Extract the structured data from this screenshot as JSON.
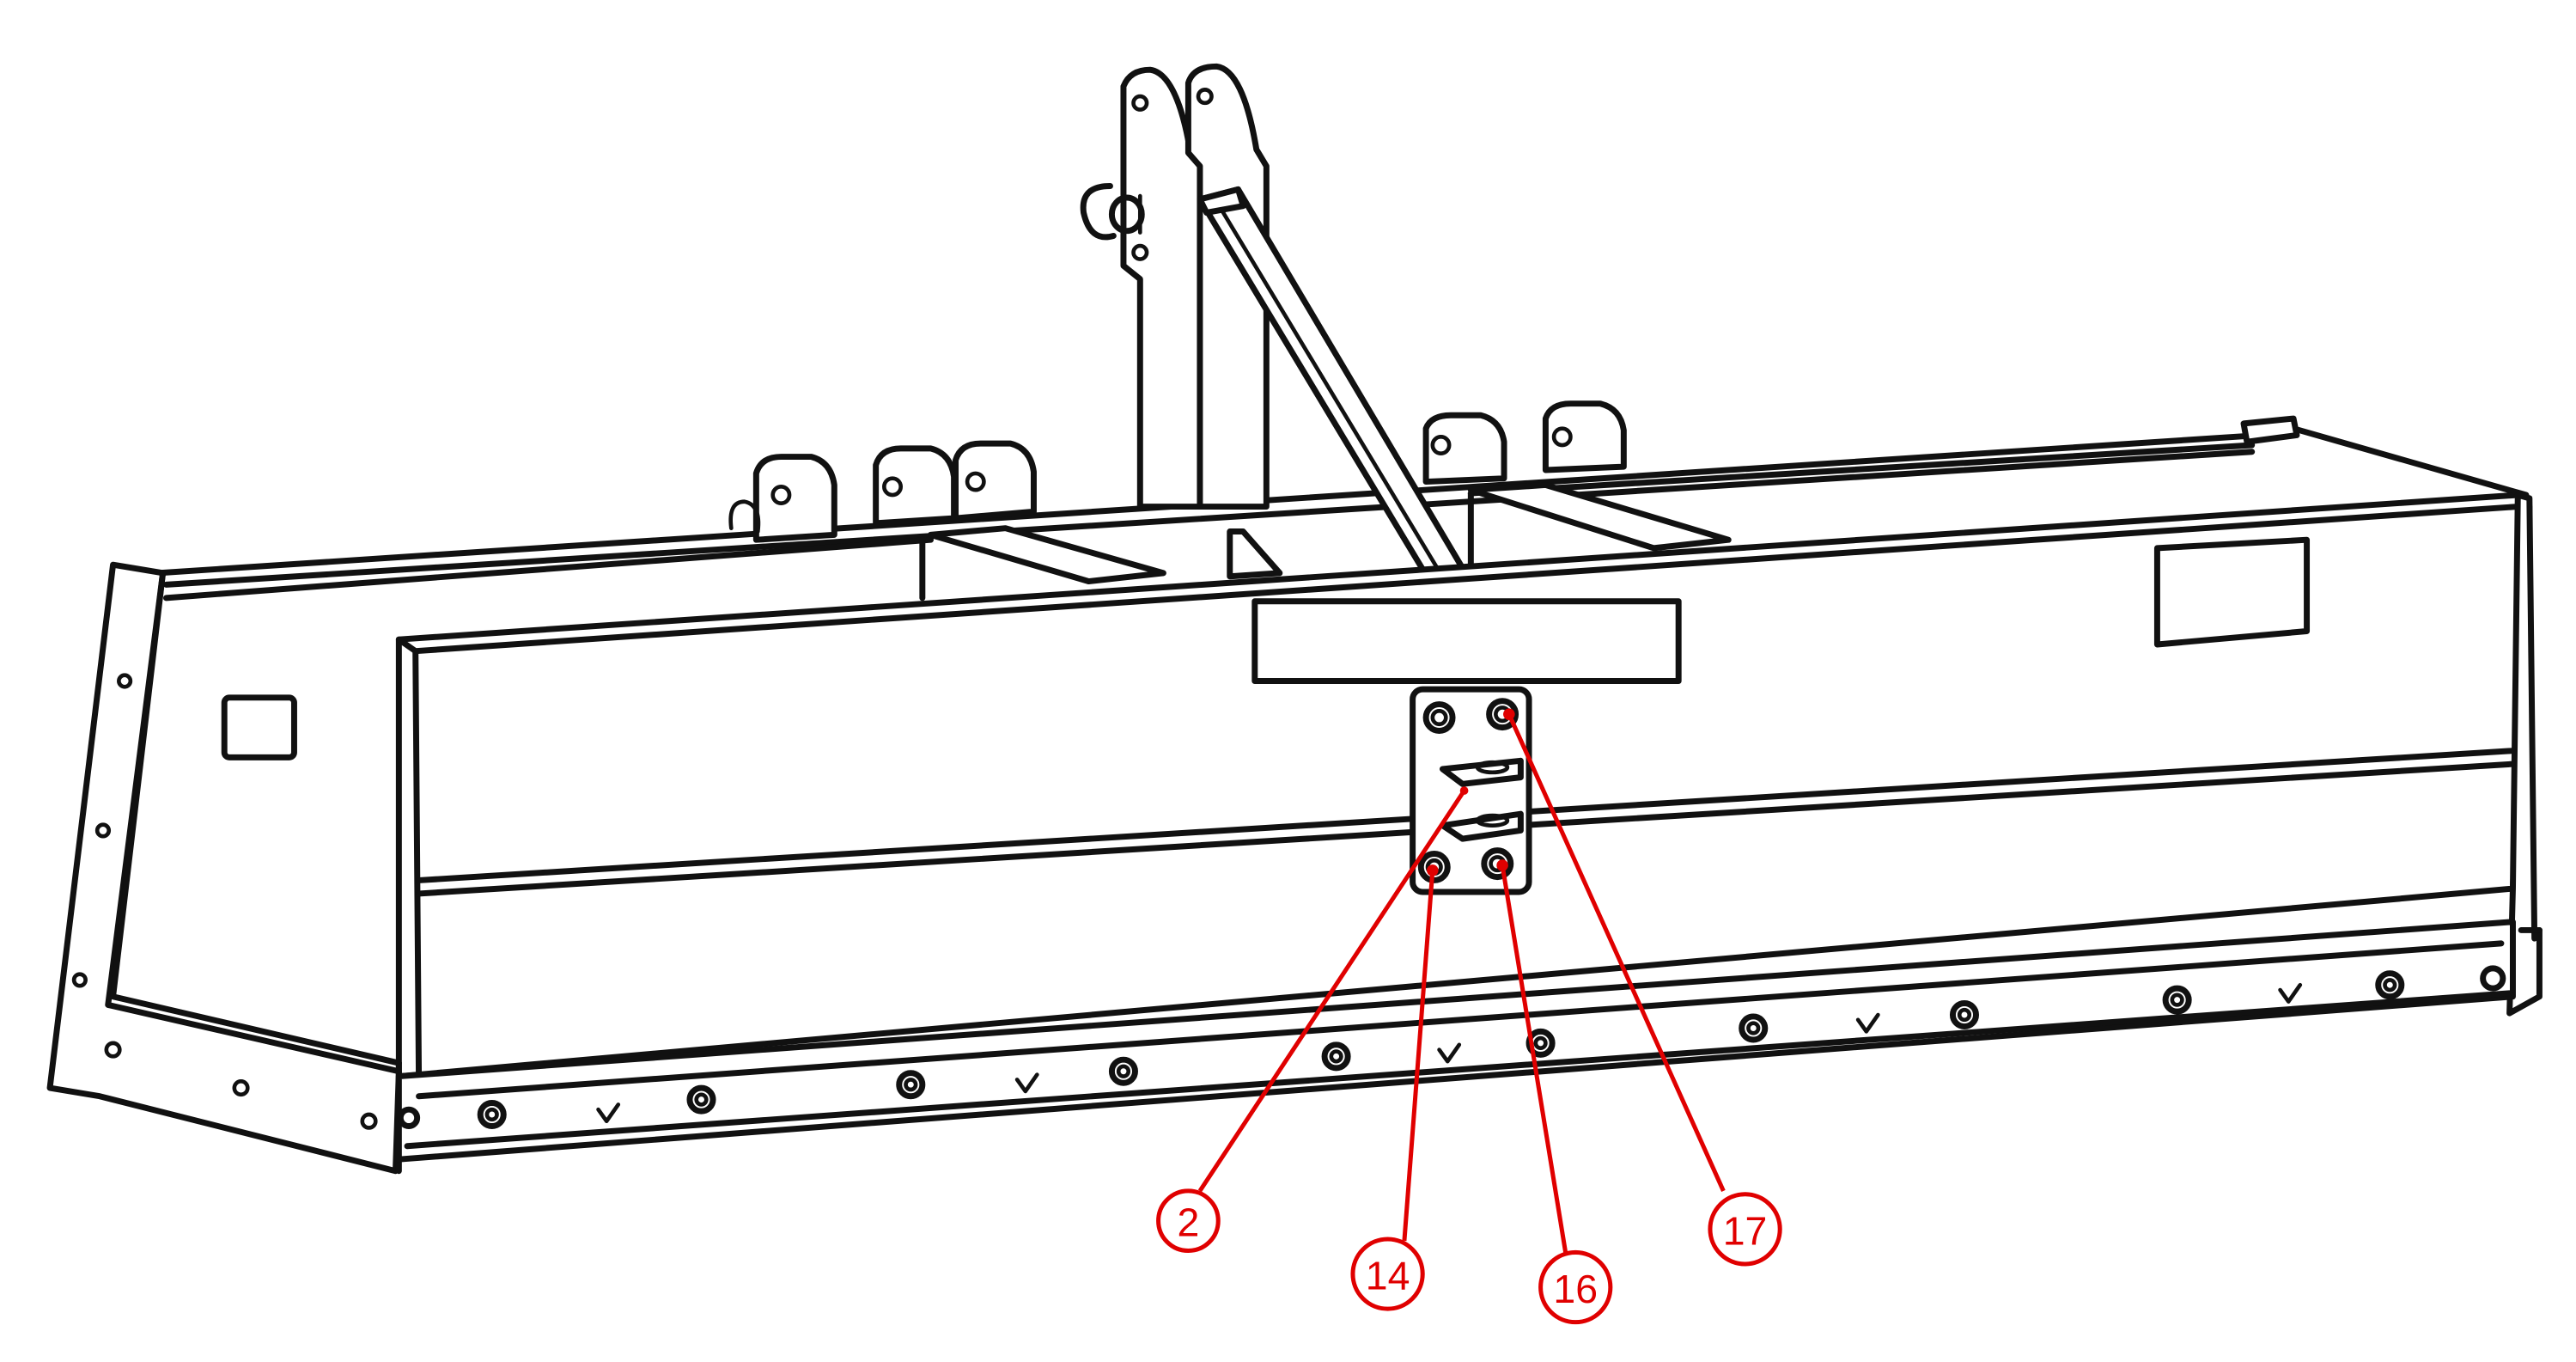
{
  "diagram": {
    "colors": {
      "line": "#111111",
      "callout": "#e00000",
      "background": "#ffffff"
    },
    "callouts": [
      {
        "id": "2",
        "label": "2"
      },
      {
        "id": "14",
        "label": "14"
      },
      {
        "id": "16",
        "label": "16"
      },
      {
        "id": "17",
        "label": "17"
      }
    ]
  }
}
